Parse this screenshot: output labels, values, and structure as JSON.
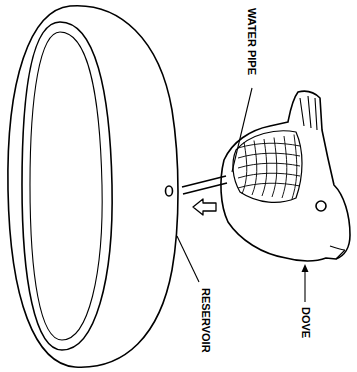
{
  "diagram": {
    "labels": [
      "WATER PIPE",
      "DOVE",
      "RESERVOIR"
    ]
  }
}
